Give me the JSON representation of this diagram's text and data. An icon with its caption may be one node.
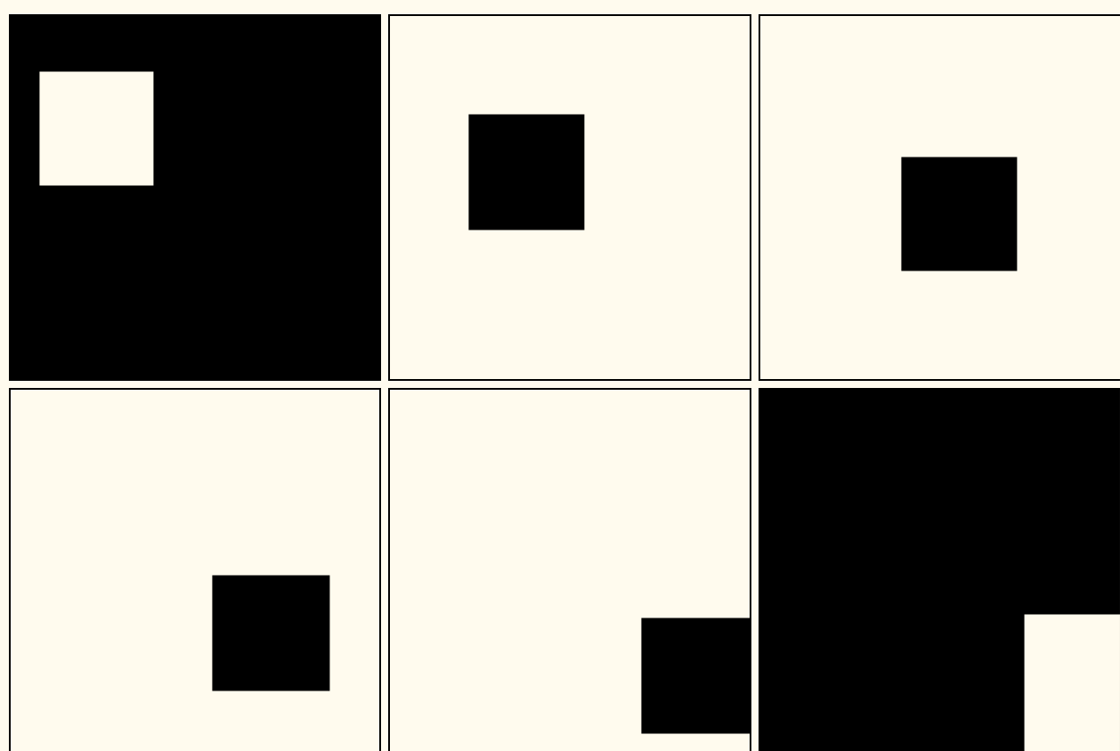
{
  "diagram": {
    "nodes": [
      {
        "text": [],
        "shape": "box"
      },
      {
        "text": [],
        "shape": "box"
      },
      {
        "text": [],
        "shape": "box"
      },
      {
        "text": [],
        "shape": "box"
      },
      {
        "text": [],
        "shape": "box"
      },
      {
        "text": [],
        "shape": "box"
      },
      {
        "text": [],
        "shape": "box",
        "in": 0
      },
      {
        "text": [],
        "shape": "box",
        "in": 1
      },
      {
        "text": [],
        "shape": "box",
        "in": 2
      },
      {
        "text": [],
        "shape": "box",
        "in": 3
      },
      {
        "text": [],
        "shape": "box",
        "in": 4
      },
      {
        "text": [],
        "shape": "box",
        "in": 5
      }
    ]
  }
}
